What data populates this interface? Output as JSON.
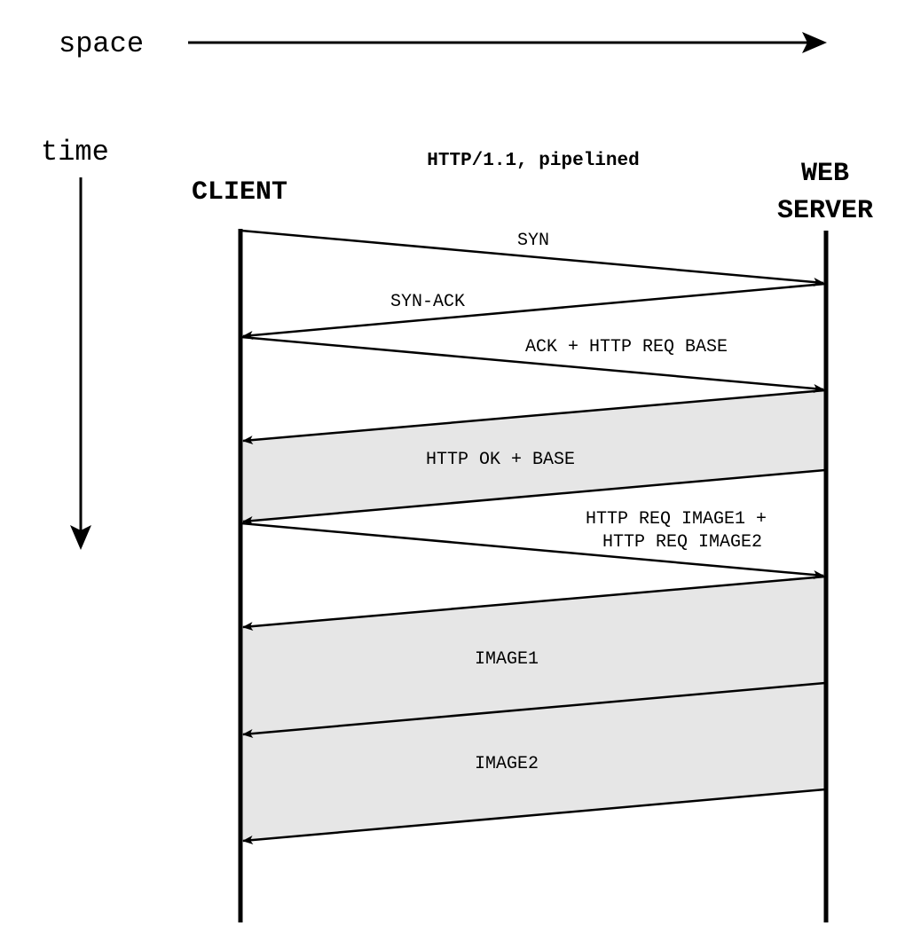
{
  "axes": {
    "space_label": "space",
    "time_label": "time"
  },
  "title": "HTTP/1.1, pipelined",
  "actors": {
    "client": "CLIENT",
    "server_line1": "WEB",
    "server_line2": "SERVER"
  },
  "messages": [
    {
      "id": "syn",
      "label": "SYN",
      "direction": "client-to-server"
    },
    {
      "id": "syn-ack",
      "label": "SYN-ACK",
      "direction": "server-to-client"
    },
    {
      "id": "ack-req-base",
      "label": "ACK + HTTP REQ BASE",
      "direction": "client-to-server"
    },
    {
      "id": "http-ok-base",
      "label": "HTTP OK + BASE",
      "direction": "server-to-client",
      "transfer": true
    },
    {
      "id": "req-images",
      "label_line1": "HTTP REQ IMAGE1 +",
      "label_line2": "HTTP REQ IMAGE2",
      "direction": "client-to-server"
    },
    {
      "id": "image1",
      "label": "IMAGE1",
      "direction": "server-to-client",
      "transfer": true
    },
    {
      "id": "image2",
      "label": "IMAGE2",
      "direction": "server-to-client",
      "transfer": true
    }
  ],
  "colors": {
    "line": "#000000",
    "transfer_fill": "#e6e6e6",
    "background": "#ffffff"
  }
}
